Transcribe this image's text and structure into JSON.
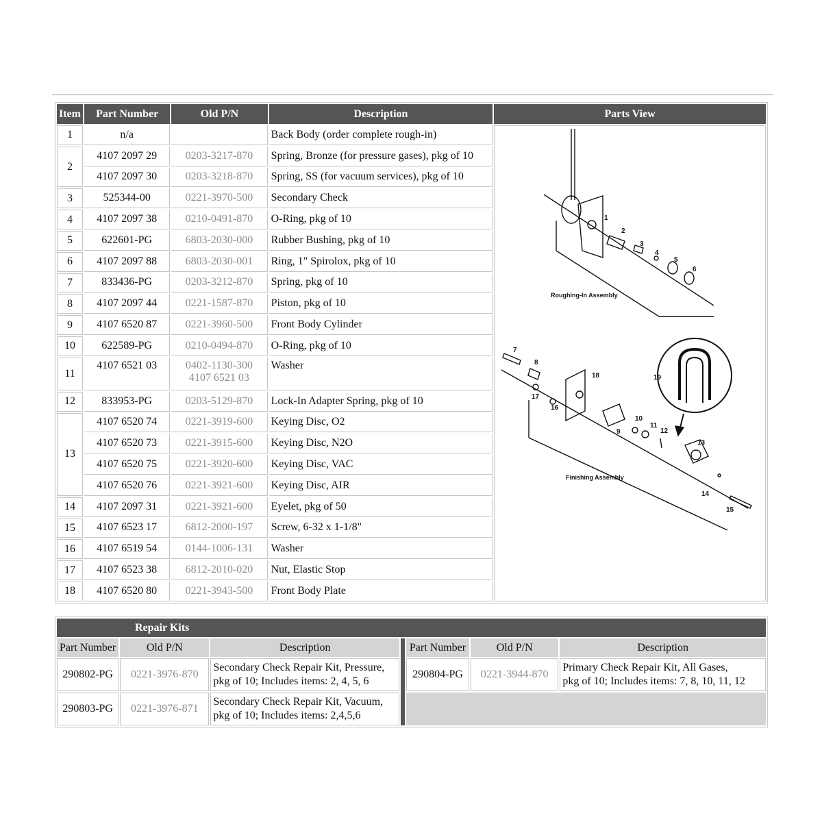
{
  "parts_table": {
    "headers": {
      "item": "Item",
      "part_number": "Part Number",
      "old_pn": "Old P/N",
      "description": "Description",
      "parts_view": "Parts View"
    },
    "rows": [
      {
        "item": "1",
        "part_number": "n/a",
        "old_pn": "",
        "description": "Back Body (order complete rough-in)"
      },
      {
        "item": "2",
        "part_number": "4107 2097 29",
        "old_pn": "0203-3217-870",
        "description": "Spring, Bronze (for pressure gases), pkg of 10"
      },
      {
        "item": "",
        "part_number": "4107 2097 30",
        "old_pn": "0203-3218-870",
        "description": "Spring, SS (for vacuum services), pkg of 10"
      },
      {
        "item": "3",
        "part_number": "525344-00",
        "old_pn": "0221-3970-500",
        "description": "Secondary Check"
      },
      {
        "item": "4",
        "part_number": "4107 2097 38",
        "old_pn": "0210-0491-870",
        "description": "O-Ring, pkg of 10"
      },
      {
        "item": "5",
        "part_number": "622601-PG",
        "old_pn": "6803-2030-000",
        "description": "Rubber Bushing, pkg of 10"
      },
      {
        "item": "6",
        "part_number": "4107 2097 88",
        "old_pn": "6803-2030-001",
        "description": "Ring, 1\" Spirolox, pkg of 10"
      },
      {
        "item": "7",
        "part_number": "833436-PG",
        "old_pn": "0203-3212-870",
        "description": "Spring, pkg of 10"
      },
      {
        "item": "8",
        "part_number": "4107 2097 44",
        "old_pn": "0221-1587-870",
        "description": "Piston, pkg of 10"
      },
      {
        "item": "9",
        "part_number": "4107 6520 87",
        "old_pn": "0221-3960-500",
        "description": "Front Body Cylinder"
      },
      {
        "item": "10",
        "part_number": "622589-PG",
        "old_pn": "0210-0494-870",
        "description": "O-Ring, pkg of 10"
      },
      {
        "item": "11",
        "part_number": "4107 6521 03",
        "old_pn": "0402-1130-300",
        "old_pn_2": "4107 6521 03",
        "description": "Washer"
      },
      {
        "item": "12",
        "part_number": "833953-PG",
        "old_pn": "0203-5129-870",
        "description": "Lock-In Adapter Spring, pkg of 10"
      },
      {
        "item": "13",
        "part_number": "4107 6520 74",
        "old_pn": "0221-3919-600",
        "description": "Keying Disc, O2"
      },
      {
        "item": "",
        "part_number": "4107 6520 73",
        "old_pn": "0221-3915-600",
        "description": "Keying Disc, N2O"
      },
      {
        "item": "",
        "part_number": "4107 6520 75",
        "old_pn": "0221-3920-600",
        "description": "Keying Disc, VAC"
      },
      {
        "item": "",
        "part_number": "4107 6520 76",
        "old_pn": "0221-3921-600",
        "description": "Keying Disc, AIR"
      },
      {
        "item": "14",
        "part_number": "4107 2097 31",
        "old_pn": "0221-3921-600",
        "description": "Eyelet, pkg of 50"
      },
      {
        "item": "15",
        "part_number": "4107 6523 17",
        "old_pn": "6812-2000-197",
        "description": "Screw, 6-32 x 1-1/8\""
      },
      {
        "item": "16",
        "part_number": "4107 6519 54",
        "old_pn": "0144-1006-131",
        "description": "Washer"
      },
      {
        "item": "17",
        "part_number": "4107 6523 38",
        "old_pn": "6812-2010-020",
        "description": "Nut, Elastic Stop"
      },
      {
        "item": "18",
        "part_number": "4107 6520 80",
        "old_pn": "0221-3943-500",
        "description": "Front Body Plate"
      }
    ]
  },
  "diagram": {
    "roughing_label": "Roughing-In Assembly",
    "finishing_label": "Finishing Assembly",
    "callouts": [
      "1",
      "2",
      "3",
      "4",
      "5",
      "6",
      "7",
      "8",
      "9",
      "10",
      "11",
      "12",
      "13",
      "14",
      "15",
      "16",
      "17",
      "18",
      "19"
    ]
  },
  "repair_kits": {
    "title": "Repair Kits",
    "headers": {
      "part_number": "Part Number",
      "old_pn": "Old P/N",
      "description": "Description"
    },
    "left": [
      {
        "part_number": "290802-PG",
        "old_pn": "0221-3976-870",
        "description_1": "Secondary Check Repair Kit, Pressure,",
        "description_2": "pkg of 10; Includes items: 2, 4, 5, 6"
      },
      {
        "part_number": "290803-PG",
        "old_pn": "0221-3976-871",
        "description_1": "Secondary Check Repair Kit, Vacuum,",
        "description_2": "pkg of 10; Includes items: 2,4,5,6"
      }
    ],
    "right": [
      {
        "part_number": "290804-PG",
        "old_pn": "0221-3944-870",
        "description_1": "Primary Check Repair Kit, All Gases,",
        "description_2": "pkg of 10; Includes items: 7, 8, 10, 11, 12"
      }
    ]
  }
}
